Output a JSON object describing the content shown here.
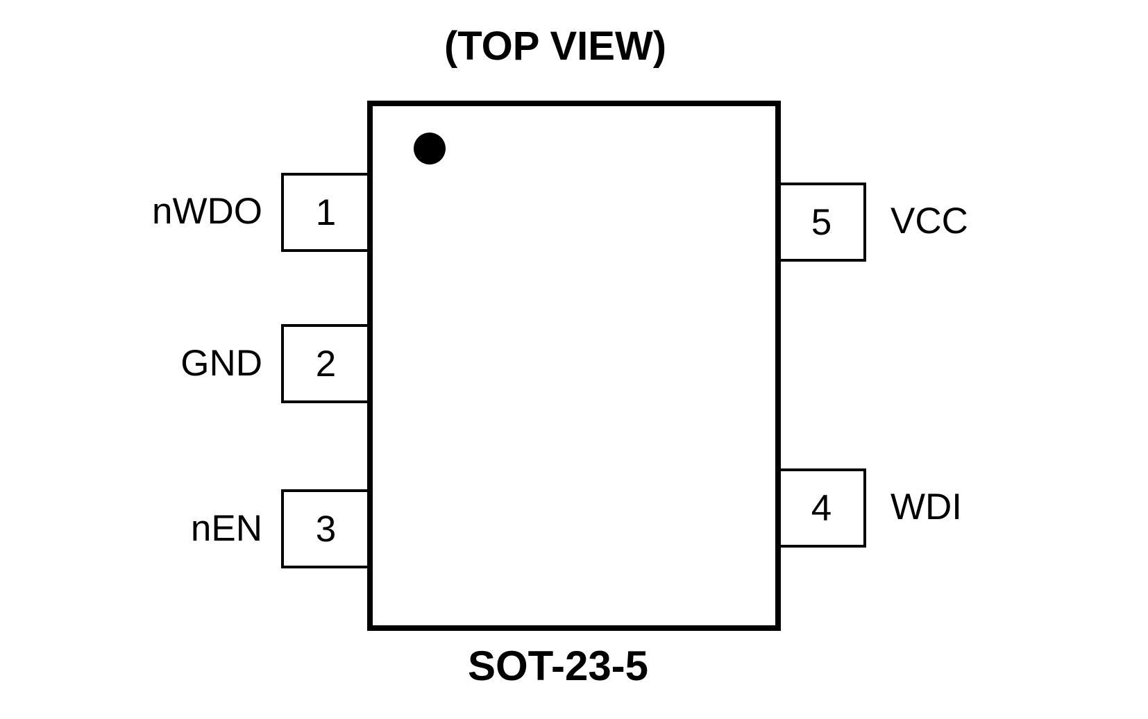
{
  "diagram": {
    "title": "(TOP VIEW)",
    "package_label": "SOT-23-5",
    "colors": {
      "line": "#000000",
      "background": "#ffffff",
      "pin1_dot": "#000000"
    },
    "pins": {
      "left": [
        {
          "number": "1",
          "name": "nWDO"
        },
        {
          "number": "2",
          "name": "GND"
        },
        {
          "number": "3",
          "name": "nEN"
        }
      ],
      "right": [
        {
          "number": "5",
          "name": "VCC"
        },
        {
          "number": "4",
          "name": "WDI"
        }
      ]
    }
  }
}
